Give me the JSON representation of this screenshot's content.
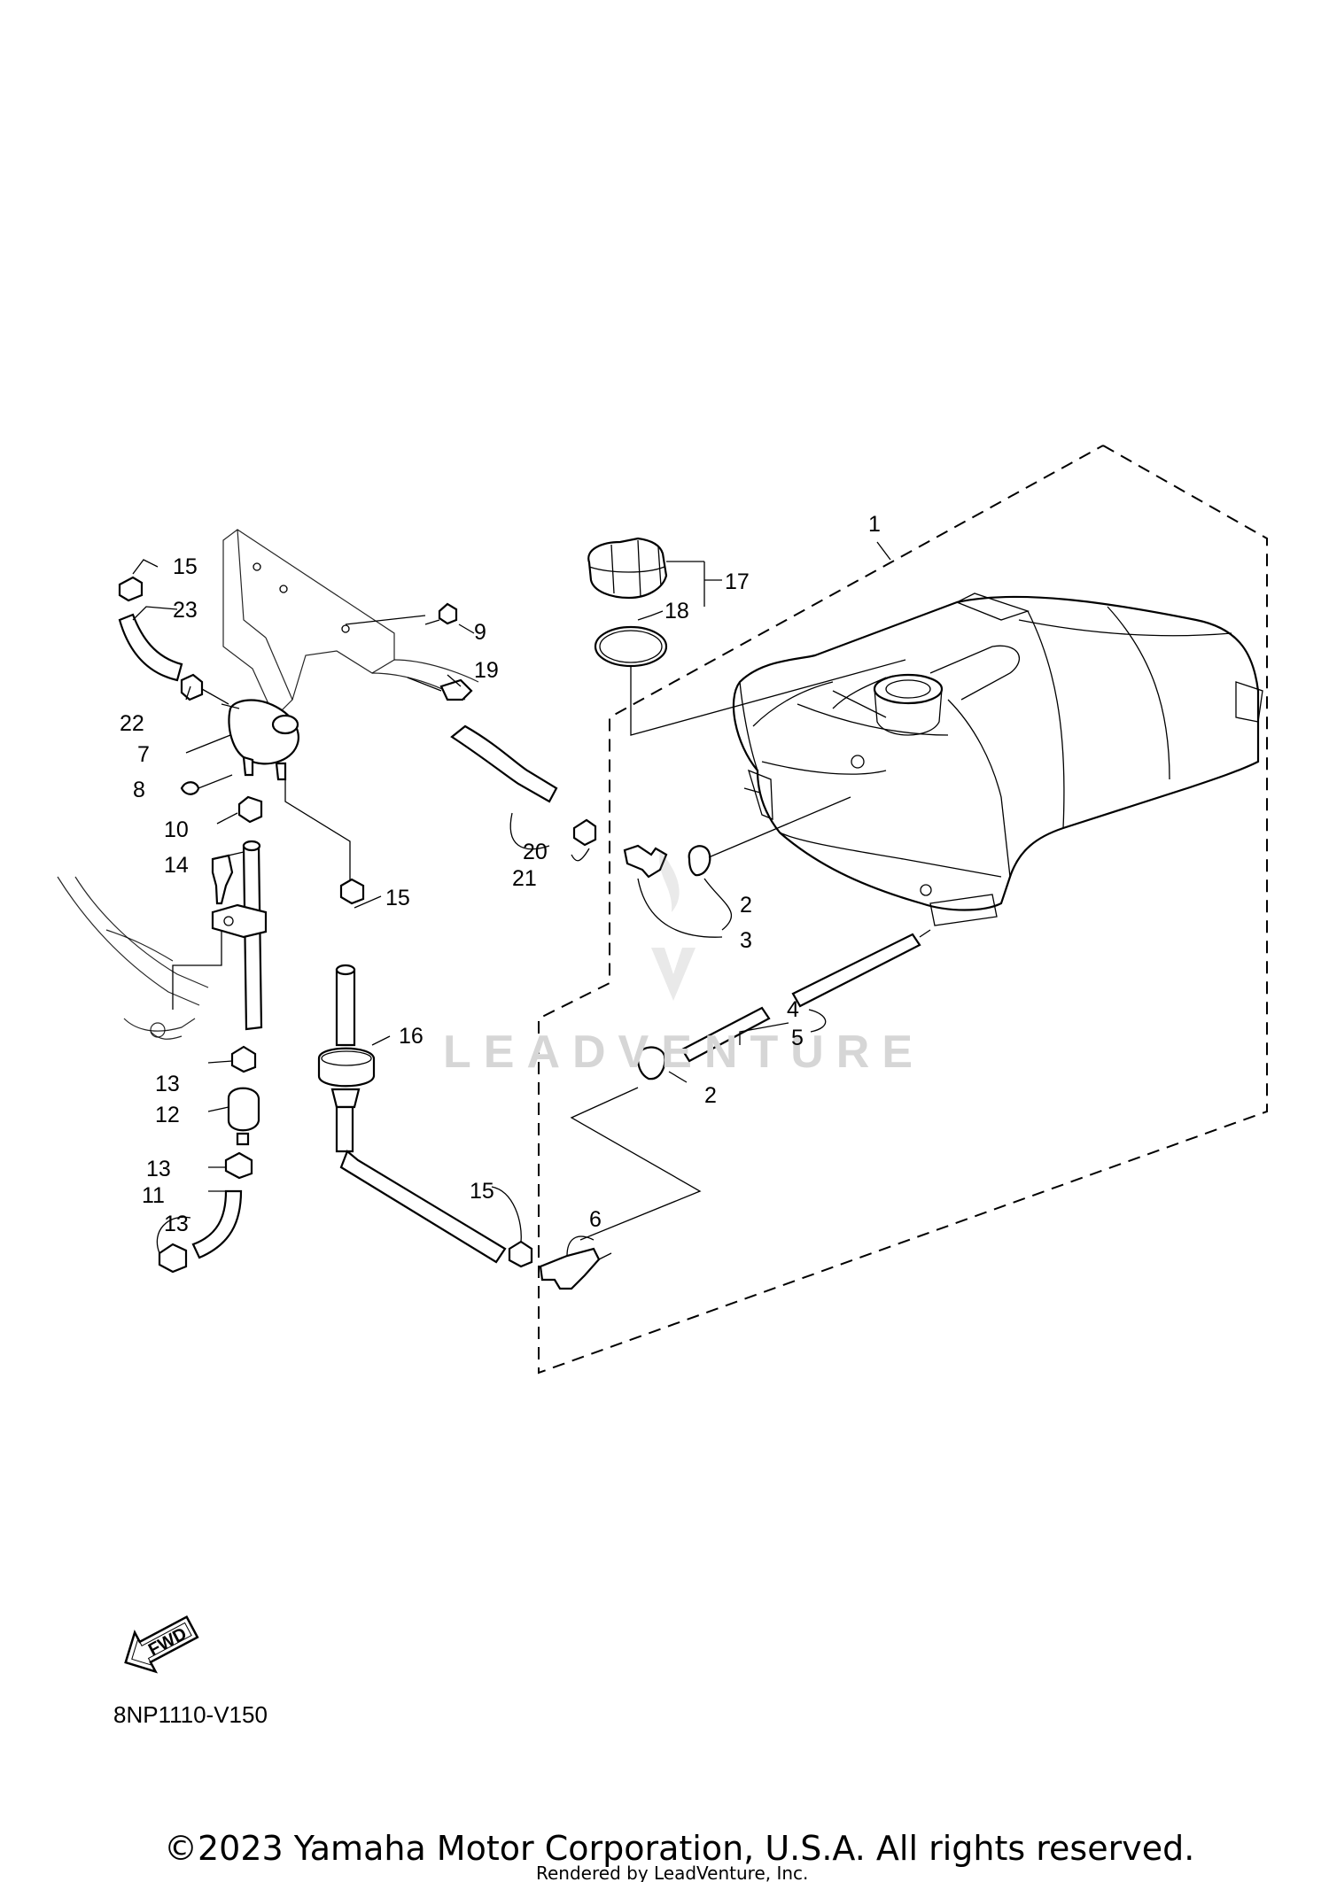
{
  "diagram_code": "8NP1110-V150",
  "copyright": "©2023 Yamaha Motor Corporation, U.S.A. All rights reserved.",
  "rendered_by": "Rendered by LeadVenture, Inc.",
  "watermark": "LEADVENTURE",
  "fwd_label": "FWD",
  "callouts": {
    "c1": "1",
    "c2a": "2",
    "c2b": "2",
    "c3": "3",
    "c4": "4",
    "c5": "5",
    "c6": "6",
    "c7": "7",
    "c8": "8",
    "c9": "9",
    "c10": "10",
    "c11": "11",
    "c12": "12",
    "c13a": "13",
    "c13b": "13",
    "c13c": "13",
    "c14": "14",
    "c15a": "15",
    "c15b": "15",
    "c15c": "15",
    "c16": "16",
    "c17": "17",
    "c18": "18",
    "c19": "19",
    "c20": "20",
    "c21": "21",
    "c22": "22",
    "c23": "23"
  }
}
